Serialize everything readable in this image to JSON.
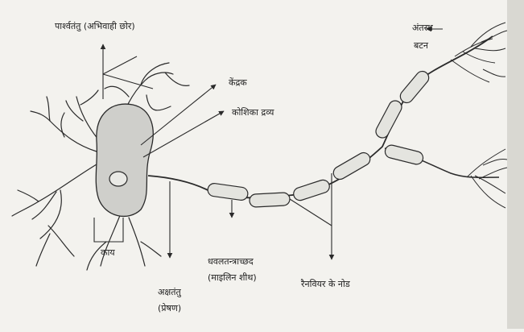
{
  "labels": {
    "dendrite": "पार्श्वतंतु (अभिवाही छोर)",
    "terminal_1": "अंतस्थ",
    "terminal_2": "बटन",
    "nucleus": "केंद्रक",
    "cytoplasm": "कोशिका द्रव्य",
    "body": "काय",
    "myelin_1": "धवलतन्त्राच्छद",
    "myelin_2": "(माइलिन शीथ)",
    "axon_1": "अक्षतंतु",
    "axon_2": "(प्रेषण)",
    "ranvier": "रैनवियर के नोड"
  },
  "colors": {
    "background": "#f3f2ee",
    "ink": "#2a2a2a",
    "cell_fill": "#cfcfcb",
    "sheath_fill": "#e4e4df"
  }
}
